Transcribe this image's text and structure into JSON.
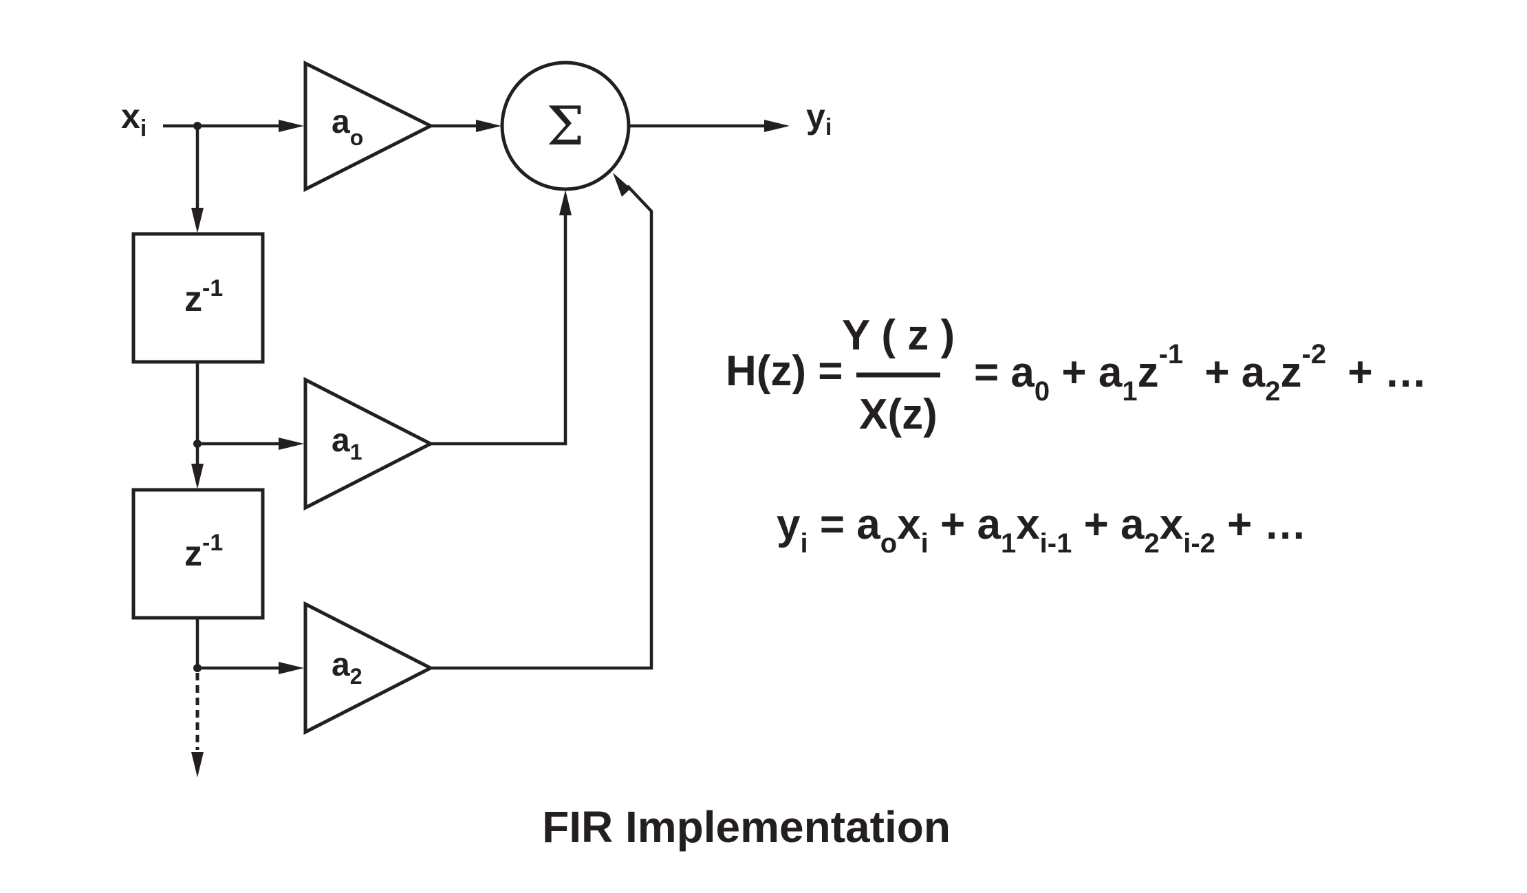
{
  "title": "FIR Implementation",
  "signals": {
    "input": {
      "base": "x",
      "sub": "i"
    },
    "output": {
      "base": "y",
      "sub": "i"
    }
  },
  "blocks": {
    "summer_symbol": "Σ",
    "delays": [
      {
        "base": "z",
        "sup": "-1"
      },
      {
        "base": "z",
        "sup": "-1"
      }
    ],
    "gains": [
      {
        "base": "a",
        "sub": "o"
      },
      {
        "base": "a",
        "sub": "1"
      },
      {
        "base": "a",
        "sub": "2"
      }
    ]
  },
  "equations": {
    "transfer": {
      "lhs": "H(z) =",
      "numerator": "Y ( z )",
      "denominator": "X(z)",
      "rhs_terms": [
        {
          "text": "= a",
          "sub": "0"
        },
        {
          "text": " + a",
          "sub": "1"
        },
        {
          "text": "z",
          "sup": "-1"
        },
        {
          "text": " + a",
          "sub": "2"
        },
        {
          "text": "z",
          "sup": "-2"
        },
        {
          "text": " + …"
        }
      ]
    },
    "difference": {
      "terms": [
        {
          "text": "y",
          "sub": "i"
        },
        {
          "text": " = a",
          "sub": "o"
        },
        {
          "text": "x",
          "sub": "i"
        },
        {
          "text": " + a",
          "sub": "1"
        },
        {
          "text": "x",
          "sub": "i-1"
        },
        {
          "text": " + a",
          "sub": "2"
        },
        {
          "text": "x",
          "sub": "i-2"
        },
        {
          "text": " + …"
        }
      ]
    }
  },
  "colors": {
    "ink": "#231f20",
    "background": "#ffffff"
  }
}
